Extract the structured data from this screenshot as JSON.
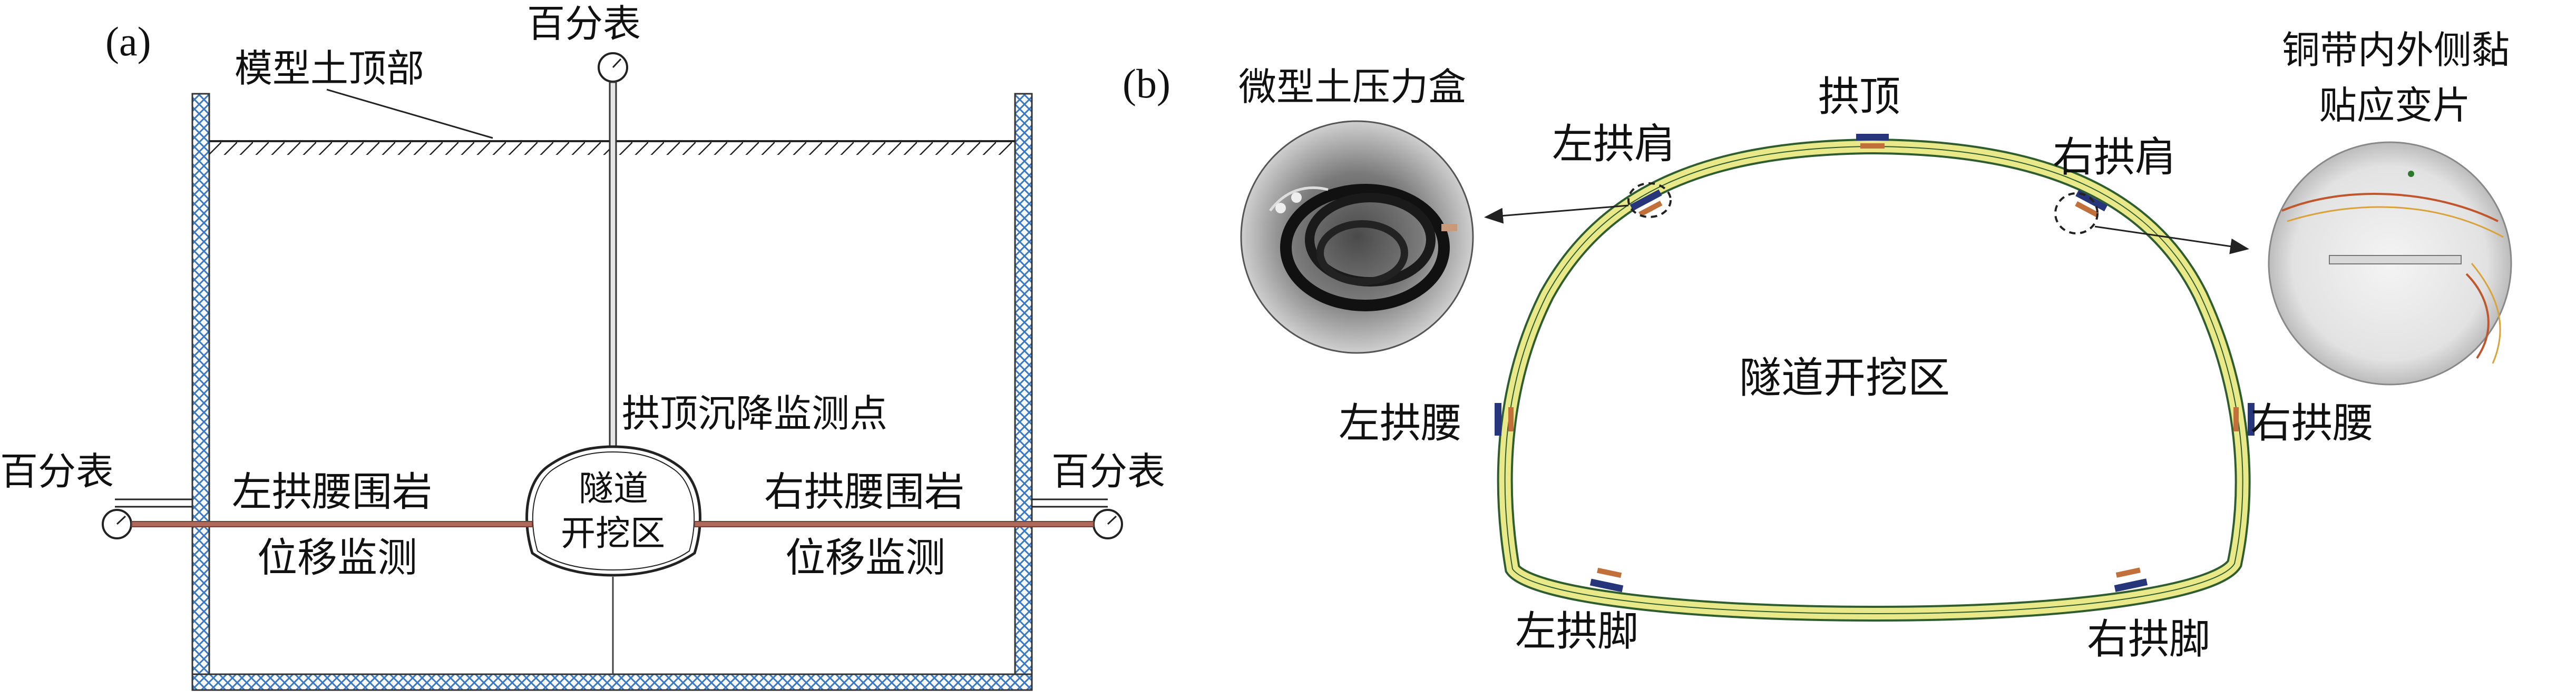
{
  "panel_a": {
    "label": "(a)",
    "soil_top_label": "模型土顶部",
    "gauge_top_label": "百分表",
    "crown_point_label": "拱顶沉降监测点",
    "gauge_left_label": "百分表",
    "gauge_right_label": "百分表",
    "left_monitor_line1": "左拱腰围岩",
    "left_monitor_line2": "位移监测",
    "right_monitor_line1": "右拱腰围岩",
    "right_monitor_line2": "位移监测",
    "tunnel_line1": "隧道",
    "tunnel_line2": "开挖区"
  },
  "panel_b": {
    "label": "(b)",
    "pressure_box_label": "微型土压力盒",
    "strain_label_line1": "铜带内外侧黏",
    "strain_label_line2": "贴应变片",
    "crown": "拱顶",
    "left_shoulder": "左拱肩",
    "right_shoulder": "右拱肩",
    "left_waist": "左拱腰",
    "right_waist": "右拱腰",
    "left_foot": "左拱脚",
    "right_foot": "右拱脚",
    "tunnel_area": "隧道开挖区"
  },
  "colors": {
    "line": "#222222",
    "rod": "#b0685a",
    "ring_fill": "#e9e98a",
    "ring_edge": "#2f5d2f",
    "sensor": "#27357a",
    "gauge_strip": "#c07038",
    "hatch": "#3a78c2"
  },
  "icons": [
    "dial-gauge-icon",
    "pressure-box-photo",
    "strain-gauge-photo"
  ]
}
